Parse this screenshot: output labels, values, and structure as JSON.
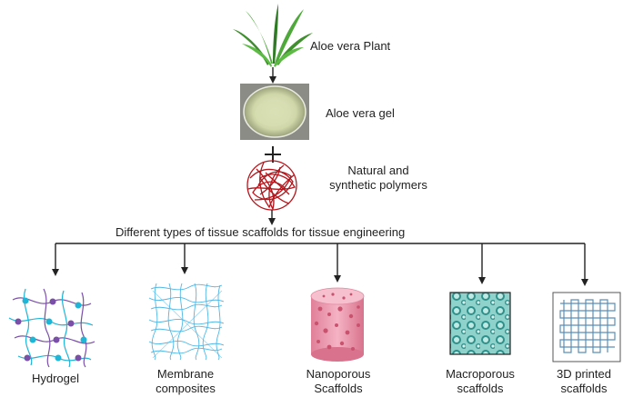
{
  "top": {
    "plant_label": "Aloe vera Plant",
    "gel_label": "Aloe vera gel",
    "plus_symbol": "+",
    "polymer_label_line1": "Natural and",
    "polymer_label_line2": "synthetic polymers"
  },
  "title": "Different types of tissue scaffolds for tissue engineering",
  "scaffolds": [
    {
      "line1": "Hydrogel",
      "line2": ""
    },
    {
      "line1": "Membrane",
      "line2": "composites"
    },
    {
      "line1": "Nanoporous",
      "line2": "Scaffolds"
    },
    {
      "line1": "Macroporous",
      "line2": "scaffolds"
    },
    {
      "line1": "3D printed",
      "line2": "scaffolds"
    }
  ],
  "colors": {
    "arrow": "#222222",
    "plant_green": "#3f8f2e",
    "gel_dish": "#c9cfa8",
    "polymer_red": "#b3161c",
    "hydrogel_cyan": "#1fb5d6",
    "hydrogel_purple": "#7a4fa8",
    "membrane_blue": "#4fb7e6",
    "nanoporous_pink": "#f0a4b8",
    "macroporous_teal": "#49b2ad",
    "printed_blue": "#5a8fb8"
  }
}
